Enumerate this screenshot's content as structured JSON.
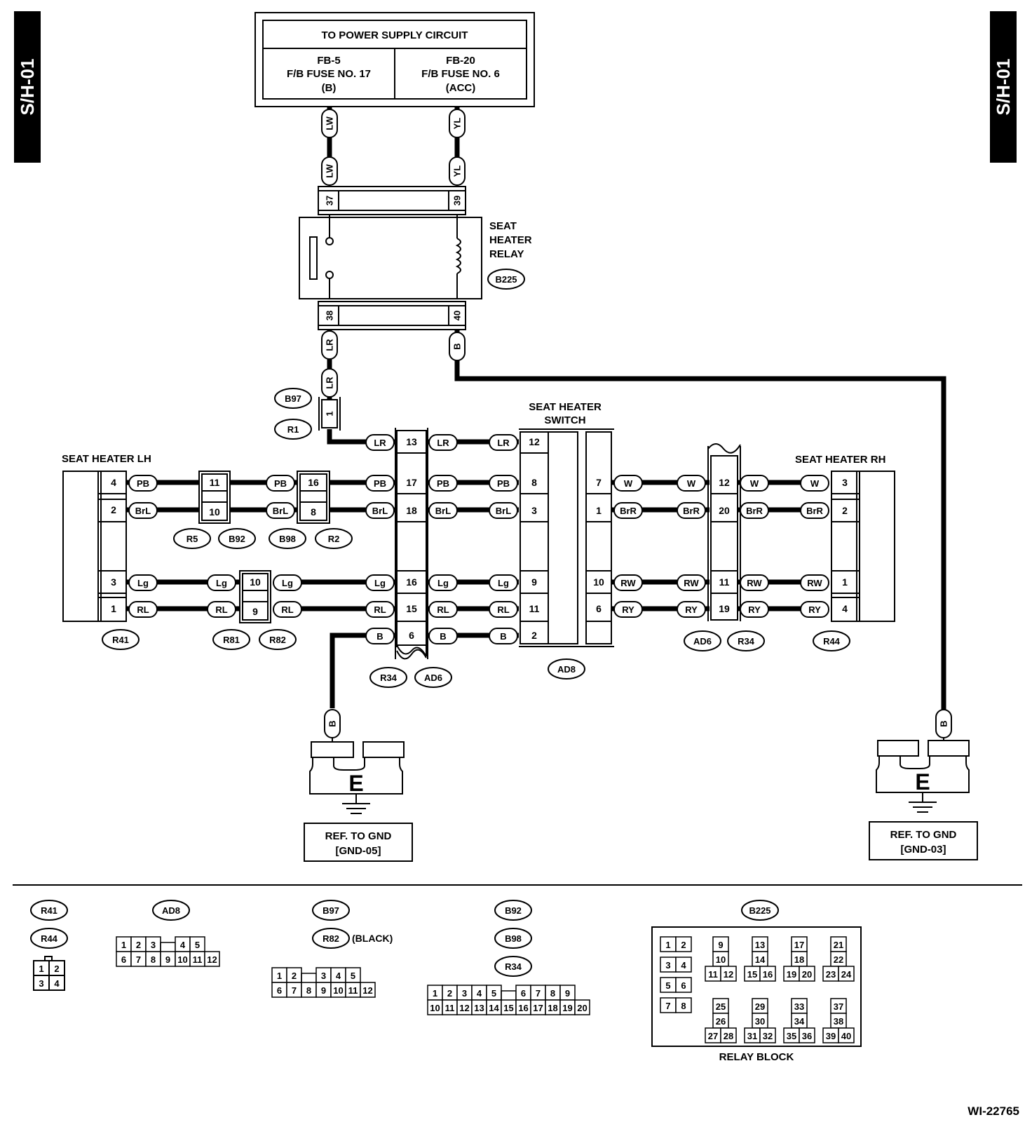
{
  "side_tab": "S/H-01",
  "doc_id": "WI-22765",
  "power_supply": {
    "title": "TO POWER SUPPLY CIRCUIT",
    "left": [
      "FB-5",
      "F/B FUSE NO. 17",
      "(B)"
    ],
    "right": [
      "FB-20",
      "F/B FUSE NO. 6",
      "(ACC)"
    ]
  },
  "relay": {
    "label": [
      "SEAT",
      "HEATER",
      "RELAY"
    ],
    "connector": "B225",
    "pins_top": [
      "37",
      "39"
    ],
    "pins_bottom": [
      "38",
      "40"
    ]
  },
  "switch_label": [
    "SEAT HEATER",
    "SWITCH"
  ],
  "heater_lh_label": "SEAT HEATER LH",
  "heater_rh_label": "SEAT HEATER RH",
  "ground": {
    "symbol": "E",
    "left": [
      "REF. TO GND",
      "[GND-05]"
    ],
    "right": [
      "REF. TO GND",
      "[GND-03]"
    ]
  },
  "wire_colors": {
    "lw": "LW",
    "yl": "YL",
    "lr": "LR",
    "b": "B",
    "pb": "PB",
    "brl": "BrL",
    "lg": "Lg",
    "rl": "RL",
    "w": "W",
    "brr": "BrR",
    "rw": "RW",
    "ry": "RY"
  },
  "connectors": {
    "b97": "B97",
    "r1": "R1",
    "r41": "R41",
    "r5": "R5",
    "b92": "B92",
    "b98": "B98",
    "r2": "R2",
    "r81": "R81",
    "r82": "R82",
    "r34": "R34",
    "ad6": "AD6",
    "ad8": "AD8",
    "r44": "R44",
    "b225": "B225"
  },
  "pins": {
    "p1": "1",
    "p2": "2",
    "p3": "3",
    "p4": "4",
    "p6": "6",
    "p7": "7",
    "p8": "8",
    "p9": "9",
    "p10": "10",
    "p11": "11",
    "p12": "12",
    "p13": "13",
    "p15": "15",
    "p16": "16",
    "p17": "17",
    "p18": "18",
    "p19": "19",
    "p20": "20"
  },
  "legend": {
    "black_note": "(BLACK)",
    "relay_block": "RELAY BLOCK",
    "r41_r44_grid": [
      [
        "1",
        "2"
      ],
      [
        "3",
        "4"
      ]
    ],
    "ad8_grid": [
      [
        "1",
        "2",
        "3",
        "",
        "4",
        "5"
      ],
      [
        "6",
        "7",
        "8",
        "9",
        "10",
        "11",
        "12"
      ]
    ],
    "b97_r82_grid": [
      [
        "1",
        "2",
        "",
        "3",
        "4",
        "5"
      ],
      [
        "6",
        "7",
        "8",
        "9",
        "10",
        "11",
        "12"
      ]
    ],
    "b92_grid": [
      [
        "1",
        "2",
        "3",
        "4",
        "5",
        "",
        "6",
        "7",
        "8",
        "9"
      ],
      [
        "10",
        "11",
        "12",
        "13",
        "14",
        "15",
        "16",
        "17",
        "18",
        "19",
        "20"
      ]
    ],
    "b225_pins": [
      "1",
      "2",
      "3",
      "4",
      "5",
      "6",
      "7",
      "8",
      "9",
      "10",
      "11",
      "12",
      "13",
      "14",
      "15",
      "16",
      "17",
      "18",
      "19",
      "20",
      "21",
      "22",
      "23",
      "24",
      "25",
      "26",
      "27",
      "28",
      "29",
      "30",
      "31",
      "32",
      "33",
      "34",
      "35",
      "36",
      "37",
      "38",
      "39",
      "40"
    ]
  }
}
